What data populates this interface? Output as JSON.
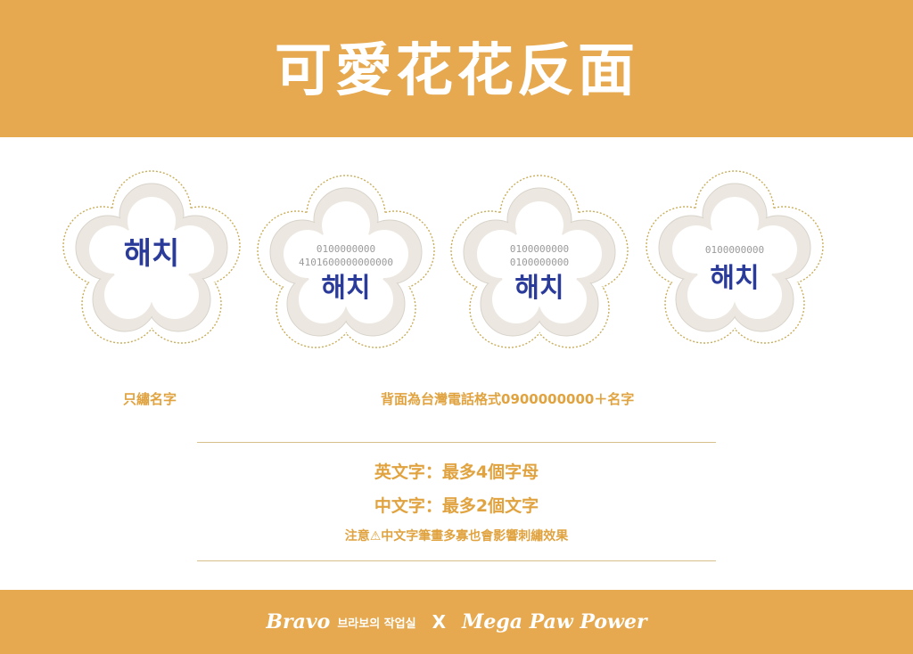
{
  "header": {
    "title": "可愛花花反面"
  },
  "patches": [
    {
      "lines": [],
      "name_text": "해치"
    },
    {
      "lines": [
        "0100000000",
        "4101600000000000"
      ],
      "name_text": "해치"
    },
    {
      "lines": [
        "0100000000",
        "0100000000"
      ],
      "name_text": "해치"
    },
    {
      "lines": [
        "0100000000"
      ],
      "name_text": "해치"
    }
  ],
  "captions": {
    "left": "只繡名字",
    "right": "背面為台灣電話格式0900000000＋名字"
  },
  "notes": {
    "english": "英文字：最多4個字母",
    "chinese": "中文字：最多2個文字",
    "warning": "注意⚠中文字筆畫多寡也會影響刺繡效果"
  },
  "footer": {
    "brand_en": "Bravo",
    "brand_ko": "브라보의 작업실",
    "separator": "X",
    "partner": "Mega Paw Power"
  },
  "colors": {
    "accent": "#e6a94f",
    "text_accent": "#e0a340",
    "embroidery_blue": "#2b3b9a",
    "patch_fill": "#f4f1ec",
    "stitch_gold": "#c9ae5c"
  }
}
